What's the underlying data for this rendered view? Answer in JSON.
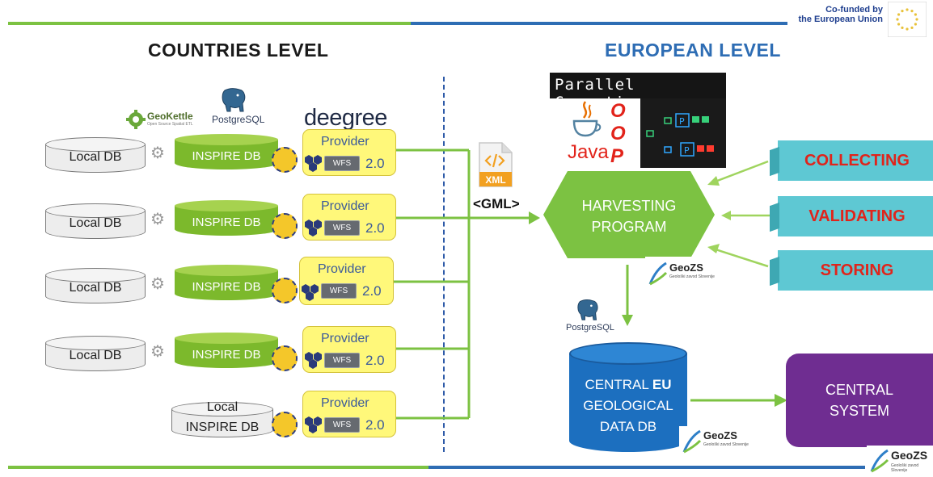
{
  "header": {
    "cofunded_line1": "Co-funded by",
    "cofunded_line2": "the European Union"
  },
  "countries_level": {
    "title": "COUNTRIES LEVEL",
    "logos": {
      "geokettle": "GeoKettle",
      "geokettle_sub": "Open Source Spatial ETL",
      "postgresql": "PostgreSQL",
      "deegree": "deegree"
    },
    "local_db_label": "Local DB",
    "inspire_db_label": "INSPIRE DB",
    "local_inspire_line1": "Local",
    "local_inspire_line2": "INSPIRE DB",
    "provider_label": "Provider",
    "wfs_label": "WFS",
    "wfs_version": "2.0"
  },
  "transfer": {
    "xml_label": "XML",
    "gml_label": "<GML>"
  },
  "european_level": {
    "title": "EUROPEAN LEVEL",
    "parallel_computing": "Parallel Computing",
    "java_label": "Java",
    "oop_letters": [
      "O",
      "O",
      "P"
    ],
    "harvesting_line1": "HARVESTING",
    "harvesting_line2": "PROGRAM",
    "ribbons": [
      "COLLECTING",
      "VALIDATING",
      "STORING"
    ],
    "geozs": "GeoZS",
    "geozs_sub": "Geološki zavod Slovenije",
    "postgresql": "PostgreSQL",
    "central_db_line1_prefix": "CENTRAL ",
    "central_db_line1_bold": "EU",
    "central_db_line2": "GEOLOGICAL",
    "central_db_line3": "DATA DB",
    "central_system_line1": "CENTRAL",
    "central_system_line2": "SYSTEM"
  },
  "colors": {
    "green": "#7cc242",
    "blue": "#2e6db4",
    "purple": "#6f2d91",
    "teal": "#5ec8d3",
    "red": "#e0241b",
    "yellow": "#fff87a"
  }
}
